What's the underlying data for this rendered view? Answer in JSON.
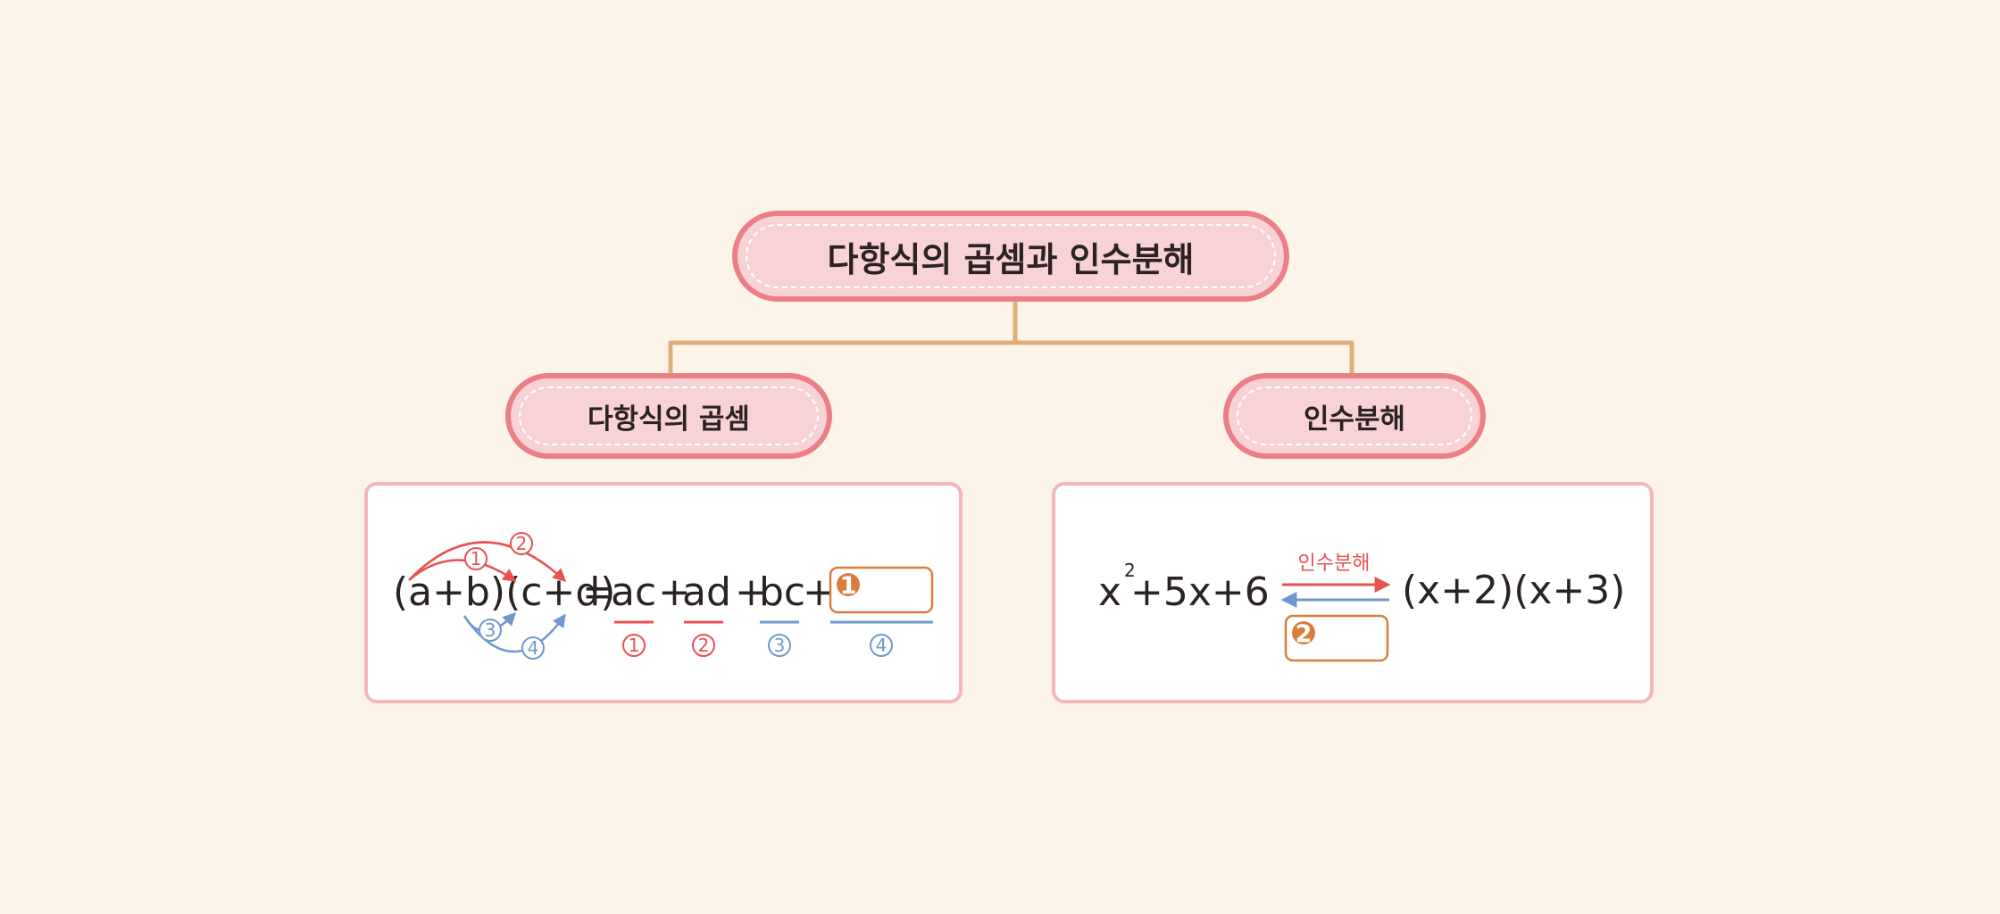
{
  "title": "다항식의 곱셈과 인수분해",
  "left": {
    "label": "다항식의 곱셈",
    "lhs": "(a+b)(c+d)",
    "equals": "=",
    "terms": [
      "ac",
      "+",
      "ad",
      "+",
      "bc",
      "+"
    ],
    "answer_marker": "1",
    "step_numbers": [
      "1",
      "2",
      "3",
      "4"
    ]
  },
  "right": {
    "label": "인수분해",
    "expr_base": "x",
    "expr_exp": "2",
    "expr_rest": "+5x+6",
    "arrow_label": "인수분해",
    "factored": "(x+2)(x+3)",
    "answer_marker": "2"
  },
  "colors": {
    "background": "#fdf4e9",
    "pill_fill": "#f8d3d6",
    "pill_border": "#ec7f86",
    "box_border": "#f3b7bb",
    "connector": "#dcb078",
    "red": "#e8514f",
    "blue": "#6f98cf",
    "answer": "#d97d3d"
  }
}
